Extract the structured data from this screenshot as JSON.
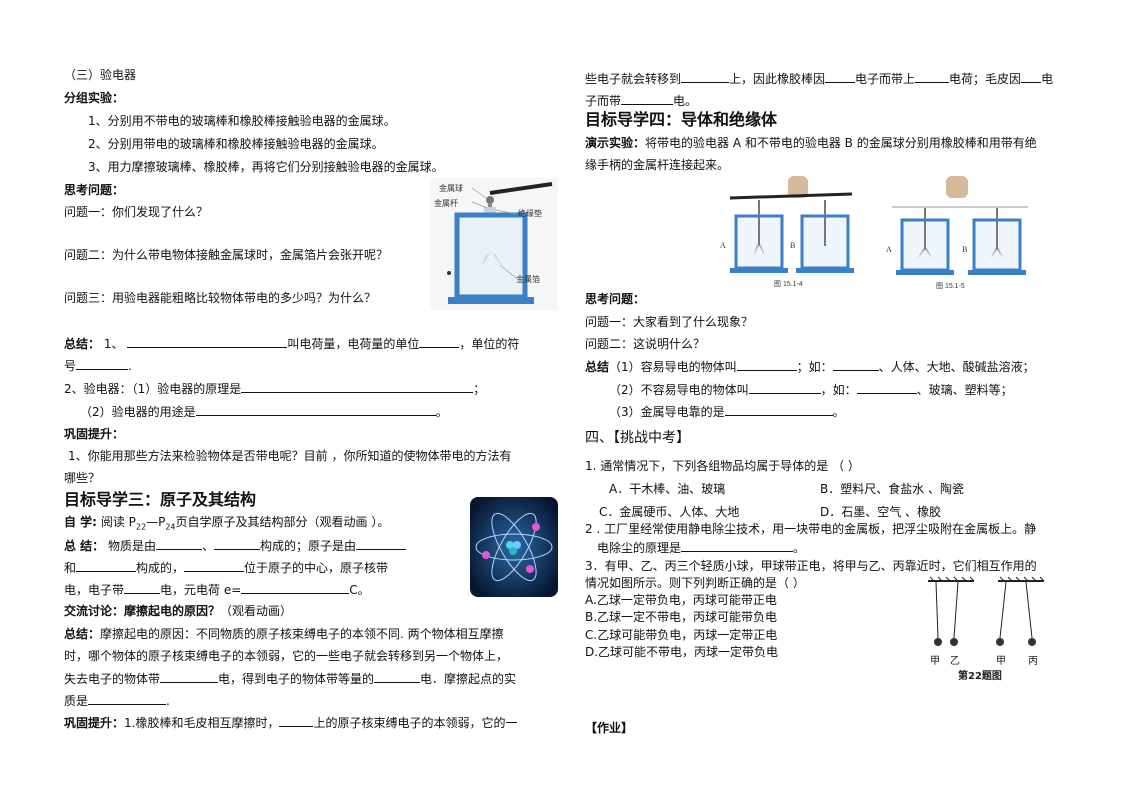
{
  "left": {
    "section_title": "（三）验电器",
    "group_exp_label": "分组实验：",
    "exp1": "1、分别用不带电的玻璃棒和橡胶棒接触验电器的金属球。",
    "exp2": "2、分别用带电的玻璃棒和橡胶棒接触验电器的金属球。",
    "exp3": "3、用力摩擦玻璃棒、橡胶棒，再将它们分别接触验电器的金属球。",
    "think_label": "思考问题：",
    "q1": "问题一：你们发现了什么？",
    "q2": "问题二：为什么带电物体接触金属球时，金属箔片会张开呢？",
    "q3": "问题三：用验电器能粗略比较物体带电的多少吗？为什么？",
    "sum_label": "总结：",
    "sum1_a": "1、",
    "sum1_b": "叫电荷量，电荷量的单位",
    "sum1_c": "，单位的符",
    "sum1_d": "号",
    "sum2_a": "2、验电器：（1）验电器的原理是",
    "sum2_b": "；",
    "sum3_a": "（2）验电器的用途是",
    "sum3_b": "。",
    "consol_label": "巩固提升：",
    "consol1": "1、你能用那些方法来检验物体是否带电呢？目前 ，你所知道的使物体带电的方法有",
    "consol2": "哪些？",
    "goal3_title": "目标导学三：原子及其结构",
    "self_label": "自    学:",
    "self_a": "阅读 P",
    "self_sub1": "22",
    "self_b": "—P",
    "self_sub2": "24",
    "self_c": "页自学原子及其结构部分（观看动画 ）。",
    "zj_label": "总    结：",
    "zj1_a": "物质是由",
    "zj1_b": "、",
    "zj1_c": "构成的；原子是由",
    "zj2_a": "和",
    "zj2_b": "构成的，",
    "zj2_c": "位于原子的中心，原子核带",
    "zj3_a": "电，电子带",
    "zj3_b": "电，元电荷 e=",
    "zj3_c": "C。",
    "disc_label": "交流讨论：摩擦起电的原因？",
    "disc_note": "（观看动画）",
    "fr_label": "总结：",
    "fr1": "摩擦起电的原因：不同物质的原子核束缚电子的本领不同. 两个物体相互摩擦",
    "fr2": "时，哪个物体的原子核束缚电子的本领弱，它的一些电子就会转移到另一个物体上，",
    "fr3_a": "失去电子的物体带",
    "fr3_b": "电，得到电子的物体带等量的",
    "fr3_c": "电．摩擦起点的实",
    "fr4_a": "质是",
    "fr4_b": ".",
    "c2_label": "巩固提升：",
    "c2_a": "1.橡胶棒和毛皮相互摩擦时，",
    "c2_b": "上的原子核束缚电子的本领弱，它的一",
    "electroscope_labels": [
      "金属球",
      "金属杆",
      "绝缘垫",
      "金属箔"
    ]
  },
  "right": {
    "cont1_a": "些电子就会转移到",
    "cont1_b": "上，因此橡胶棒因",
    "cont1_c": "电子而带上",
    "cont1_d": "电荷；毛皮因",
    "cont1_e": "电",
    "cont2_a": "子而带",
    "cont2_b": "电。",
    "goal4_title": "目标导学四：导体和绝缘体",
    "demo_label": "演示实验：",
    "demo1": "将带电的验电器 A 和不带电的验电器 B 的金属球分别用橡胶棒和用带有绝",
    "demo2": "缘手柄的金属杆连接起来。",
    "fig_caption_1": "图 15.1-4",
    "fig_caption_2": "图 15.1-5",
    "fig_letters": [
      "A",
      "B",
      "A",
      "B"
    ],
    "think_label": "思考问题：",
    "q1": "问题一：大家看到了什么现象？",
    "q2": "问题二：这说明什么？",
    "sum_label": "总结",
    "s1_a": "（1）容易导电的物体叫",
    "s1_b": "；如：",
    "s1_c": "、人体、大地、酸碱盐溶液；",
    "s2_a": "（2）不容易导电的物体叫",
    "s2_b": "，如：",
    "s2_c": "、玻璃、塑料等；",
    "s3_a": "（3）金属导电靠的是",
    "s3_b": "。",
    "challenge_title": "四、【挑战中考】",
    "p1": "1. 通常情况下，下列各组物品均属于导体的是    （    ）",
    "p1_A": "A．干木棒、油、玻璃",
    "p1_B": "B．塑料尺、食盐水 、陶瓷",
    "p1_C": "C．金属硬币、人体、大地",
    "p1_D": "D．石墨、空气 、橡胶",
    "p2_a": "2 . 工厂里经常使用静电除尘技术，用一块带电的金属板，把浮尘吸附在金属板上。静",
    "p2_b": "电除尘的原理是",
    "p2_c": "。",
    "p3_a": "3．有甲、乙、丙三个轻质小球，甲球带正电，将甲与乙、丙靠近时，它们相互作用的",
    "p3_b": "情况如图所示。则下列判断正确的是（       ）",
    "p3_A": "A.乙球一定带负电，丙球可能带正电",
    "p3_B": "B.乙球一定不带电，丙球可能带负电",
    "p3_C": "C.乙球可能带负电，丙球一定带正电",
    "p3_D": "D.乙球可能不带电，丙球一定带负电",
    "ball_labels": [
      "甲",
      "乙",
      "甲",
      "丙"
    ],
    "fig22_caption": "第22题图",
    "homework": "【作业】"
  }
}
